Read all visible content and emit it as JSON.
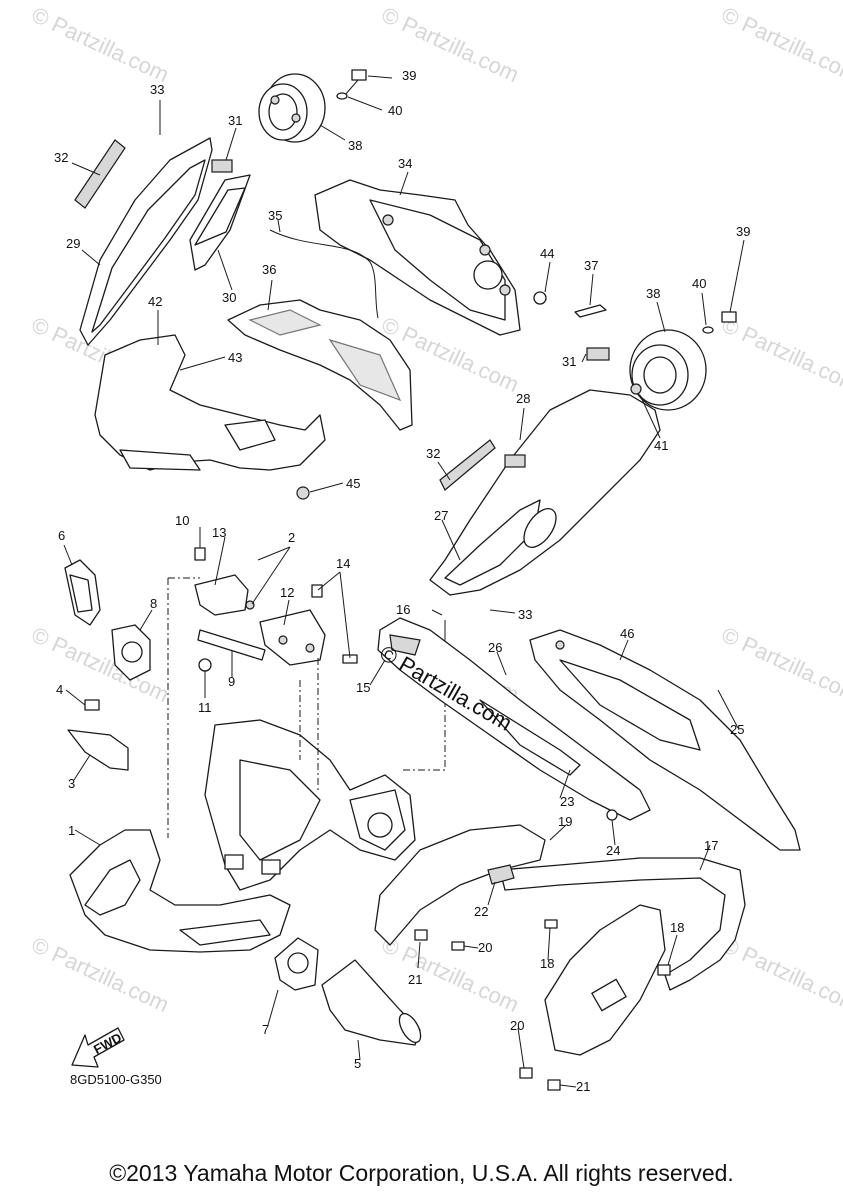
{
  "watermark_text": "© Partzilla.com",
  "center_logo": "© Partzilla.com",
  "fwd_label": "FWD",
  "diagram_code": "8GD5100-G350",
  "copyright": "©2013 Yamaha Motor Corporation, U.S.A. All rights reserved.",
  "callouts": [
    "1",
    "2",
    "3",
    "4",
    "5",
    "6",
    "7",
    "8",
    "9",
    "10",
    "11",
    "12",
    "13",
    "14",
    "15",
    "16",
    "17",
    "18",
    "18",
    "19",
    "20",
    "20",
    "21",
    "21",
    "22",
    "23",
    "24",
    "25",
    "26",
    "27",
    "28",
    "29",
    "30",
    "31",
    "31",
    "32",
    "32",
    "33",
    "33",
    "34",
    "35",
    "36",
    "37",
    "38",
    "38",
    "39",
    "39",
    "40",
    "40",
    "41",
    "42",
    "43",
    "44",
    "45",
    "46"
  ]
}
